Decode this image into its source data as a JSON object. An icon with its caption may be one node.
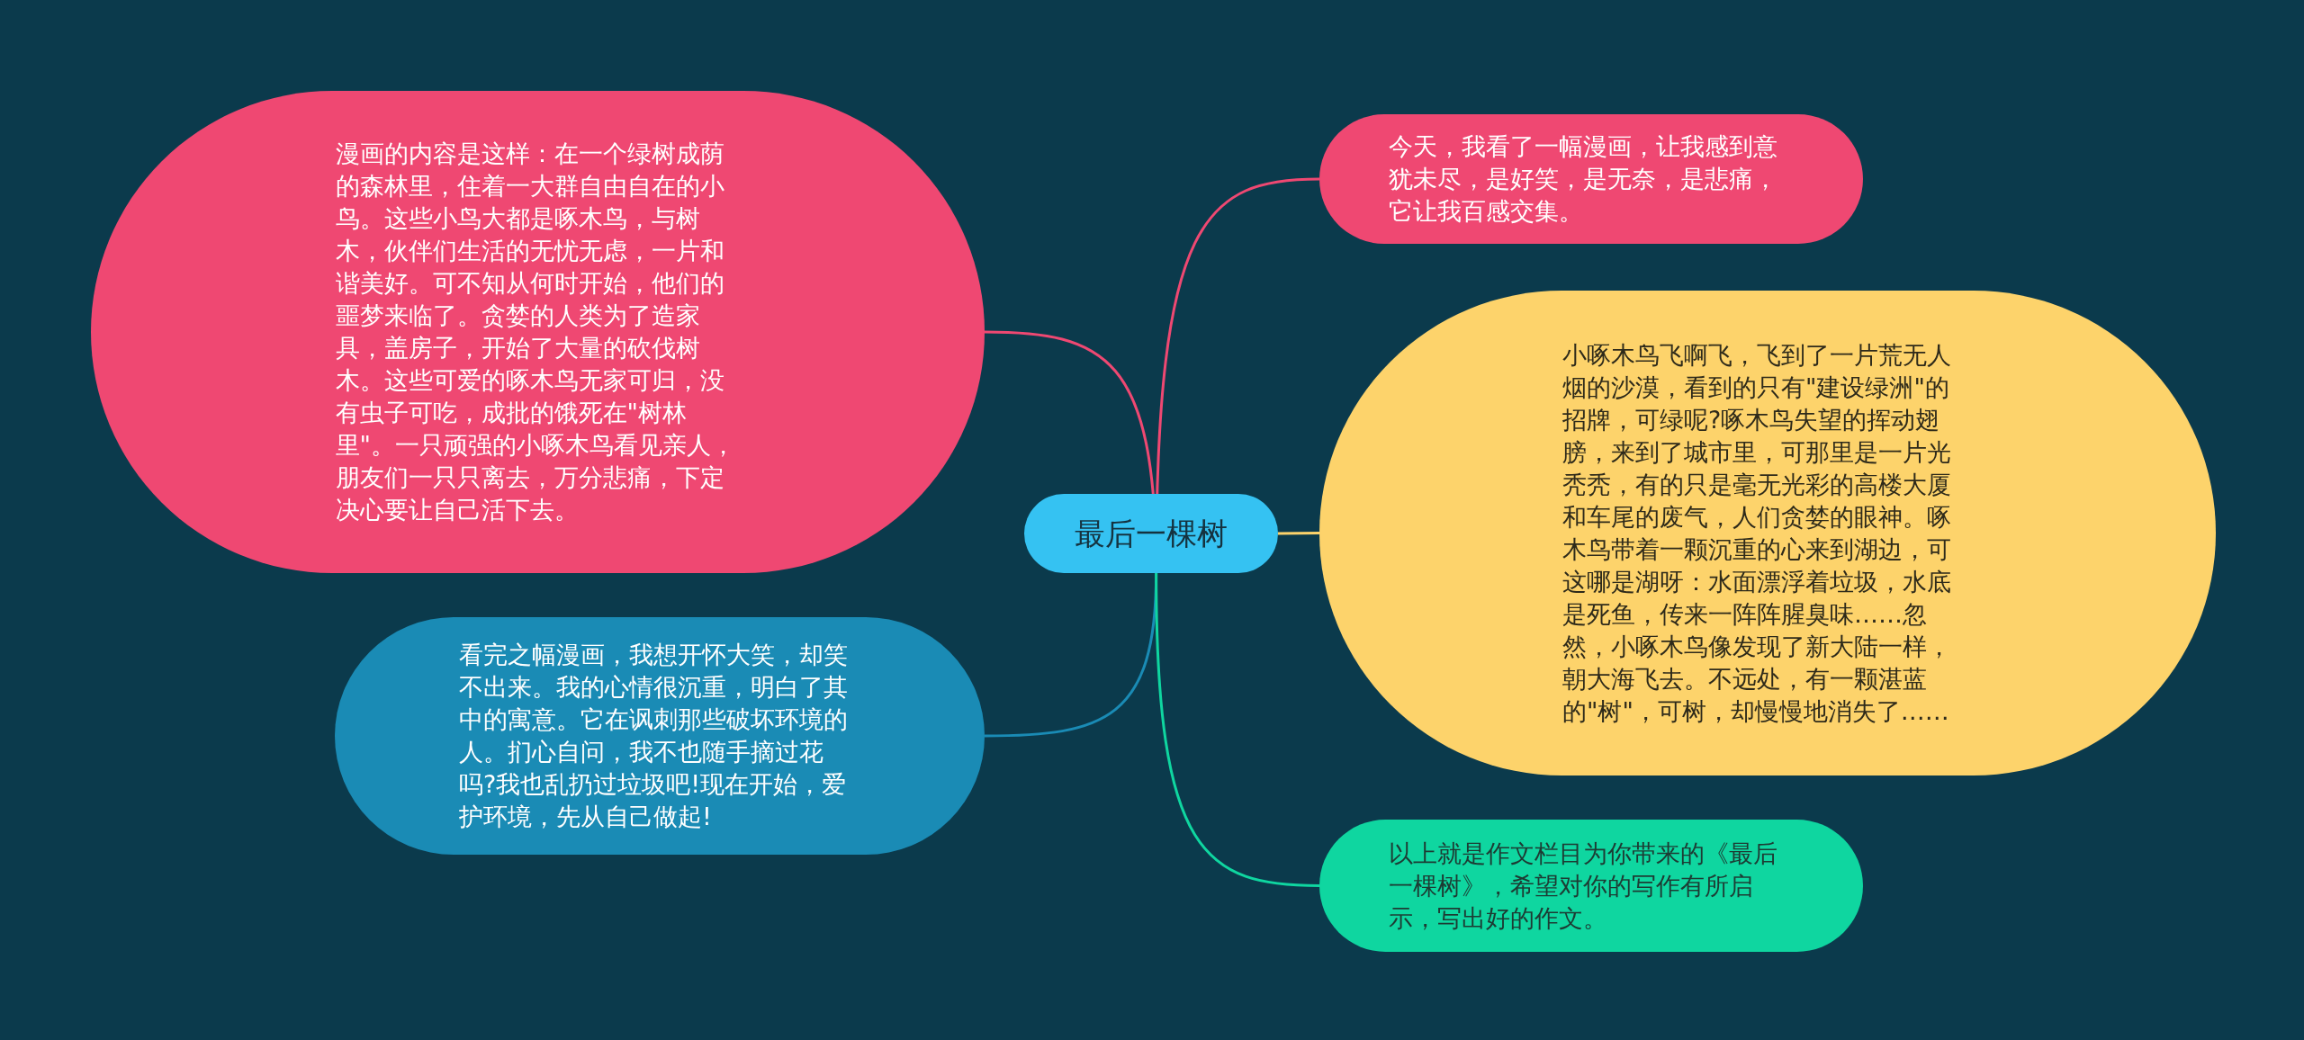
{
  "diagram": {
    "nodes": [
      {
        "text": [
          "最后一棵树"
        ]
      },
      {
        "text": [
          "漫画的内容是这样：在一个绿树成荫的森林里，住着一大群自由自在的小鸟。这些小鸟大都是啄木鸟，与树木，伙伴们生活的无忧无虑，一片和谐美好。可不知从何时开始，他们的噩梦来临了。贪婪的人类为了造家具，盖房子，开始了大量的砍伐树木。这些可爱的啄木鸟无家可归，没有虫子可吃，成批的饿死在\"树林里\"。一只顽强的小啄木鸟看见亲人，朋友们一只只离去，万分悲痛，下定决心要让自己活下去。"
        ]
      },
      {
        "text": [
          "看完之幅漫画，我想开怀大笑，却笑不出来。我的心情很沉重，明白了其中的寓意。它在讽刺那些破坏环境的人。扪心自问，我不也随手摘过花吗?我也乱扔过垃圾吧!现在开始，爱护环境，先从自己做起!"
        ]
      },
      {
        "text": [
          "今天，我看了一幅漫画，让我感到意犹未尽，是好笑，是无奈，是悲痛，它让我百感交集。"
        ]
      },
      {
        "text": [
          "小啄木鸟飞啊飞，飞到了一片荒无人烟的沙漠，看到的只有\"建设绿洲\"的招牌，可绿呢?啄木鸟失望的挥动翅膀，来到了城市里，可那里是一片光秃秃，有的只是毫无光彩的高楼大厦和车尾的废气，人们贪婪的眼神。啄木鸟带着一颗沉重的心来到湖边，可这哪是湖呀：水面漂浮着垃圾，水底是死鱼，传来一阵阵腥臭味……忽然，小啄木鸟像发现了新大陆一样，朝大海飞去。不远处，有一颗湛蓝的\"树\"，可树，却慢慢地消失了……"
        ]
      },
      {
        "text": [
          "以上就是作文栏目为你带来的《最后一棵树》，希望对你的写作有所启示，写出好的作文。"
        ]
      }
    ],
    "edges": [
      {
        "from": 0,
        "to": 1,
        "arrow": "none",
        "color": "#ef4872"
      },
      {
        "from": 0,
        "to": 2,
        "arrow": "none",
        "color": "#1a8bb5"
      },
      {
        "from": 0,
        "to": 3,
        "arrow": "none",
        "color": "#ef4872"
      },
      {
        "from": 0,
        "to": 4,
        "arrow": "none",
        "color": "#fdd36b"
      },
      {
        "from": 0,
        "to": 5,
        "arrow": "none",
        "color": "#0fd6a0"
      }
    ]
  }
}
